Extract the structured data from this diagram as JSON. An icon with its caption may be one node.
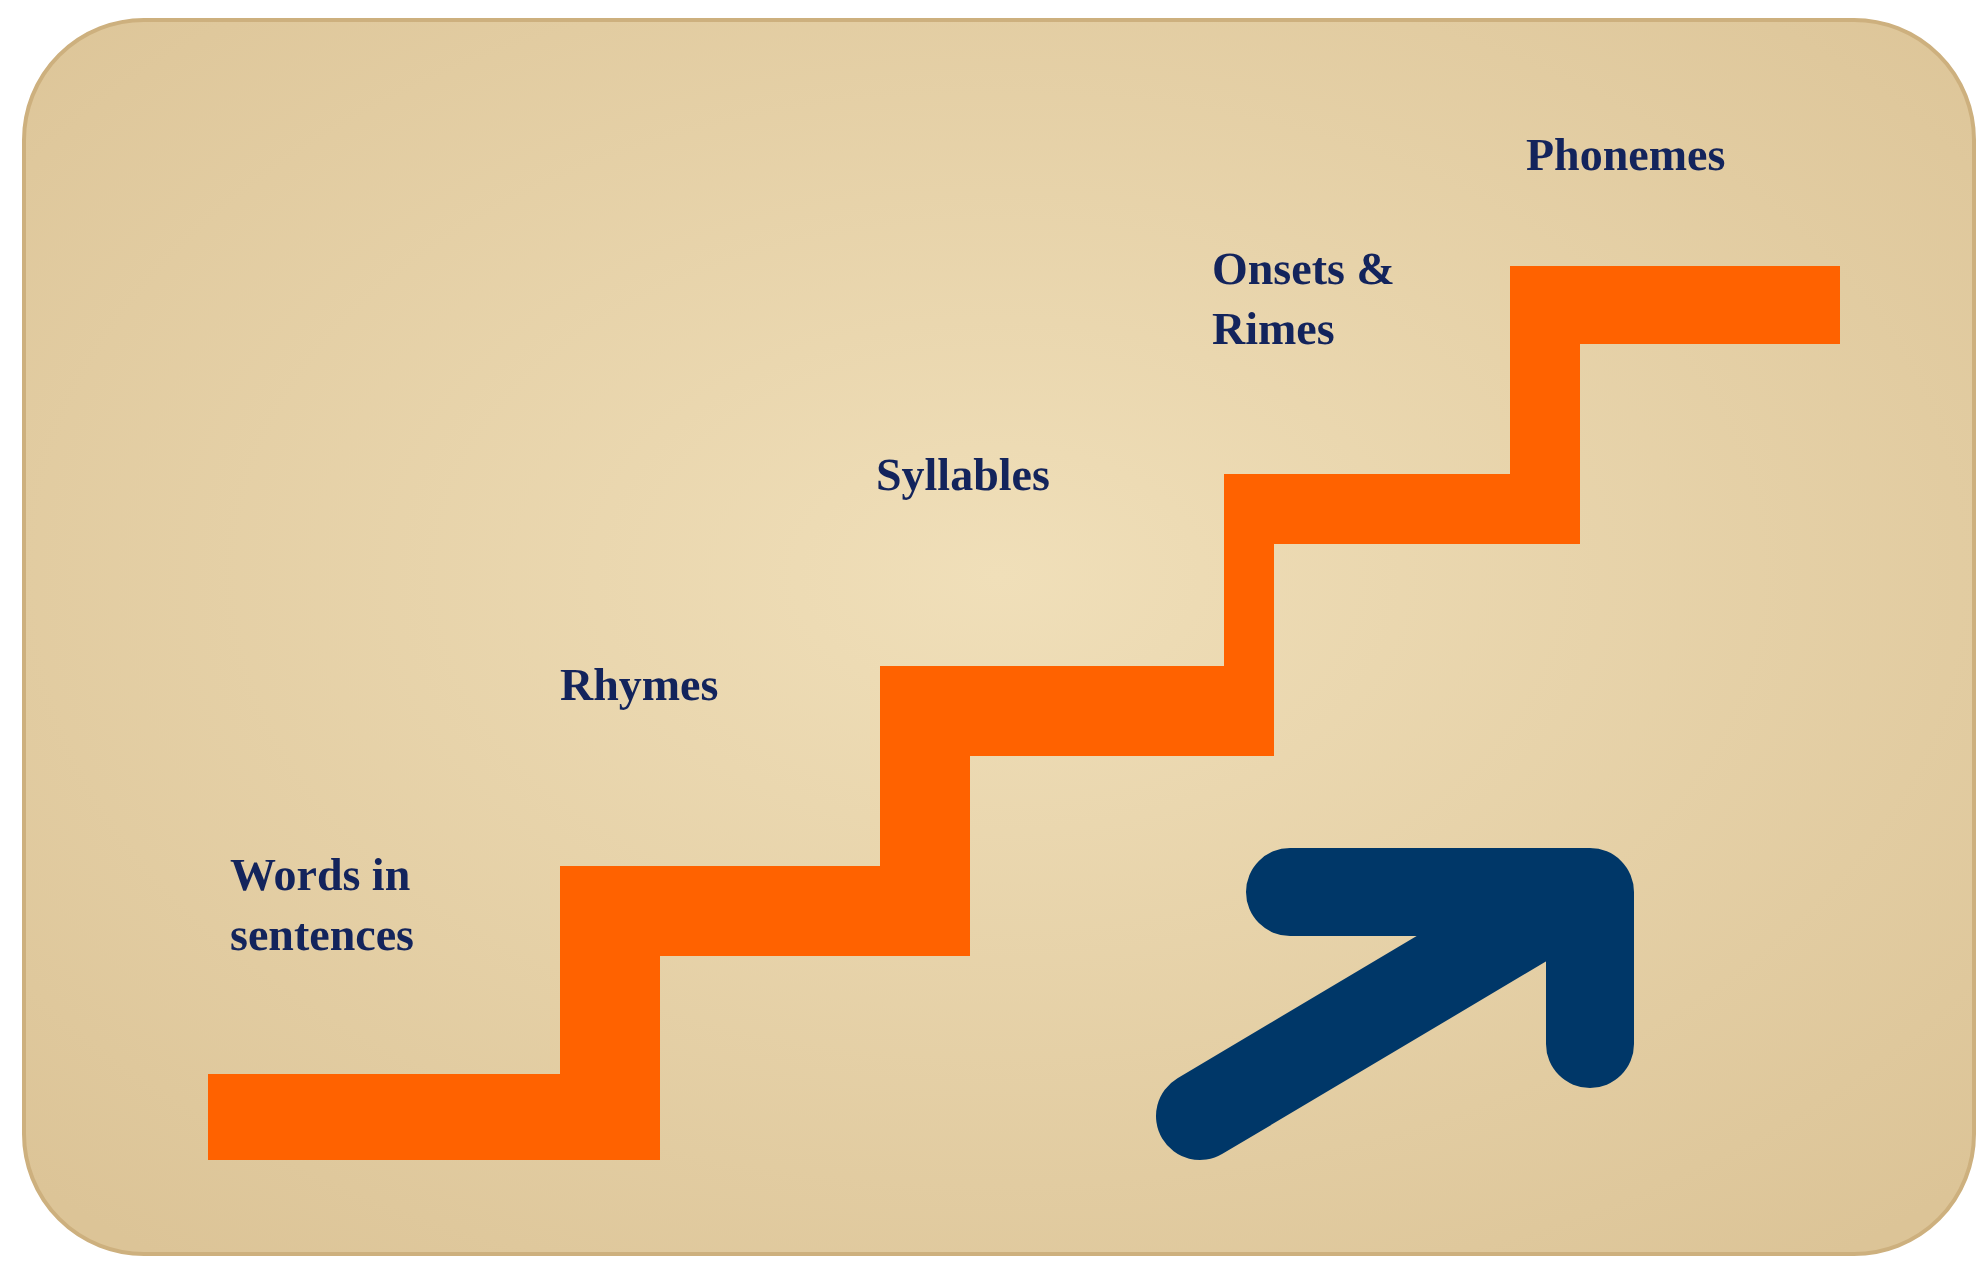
{
  "diagram": {
    "labels": [
      "Phonemes",
      "Onsets & Rimes",
      "Syllables",
      "Rhymes",
      "Words in sentences"
    ]
  }
}
